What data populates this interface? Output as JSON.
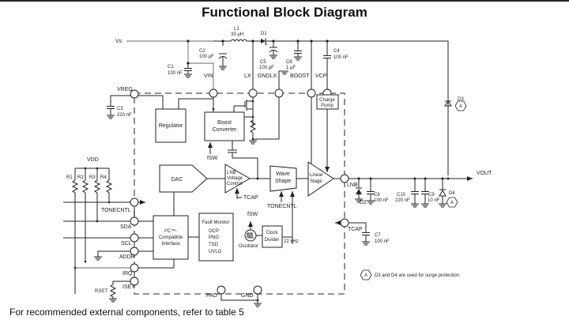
{
  "title": "Functional Block Diagram",
  "footer": "For recommended external components, refer to table 5",
  "note": "D3 and D4 are used for surge protection.",
  "note_marker": "A",
  "nets": {
    "vs": "Vs",
    "vdd": "VDD",
    "vout": "VOUT",
    "fsw": "fSW",
    "rset": "RSET",
    "freq": "22 kHz"
  },
  "components": {
    "L1": {
      "name": "L1",
      "value": "33 µH"
    },
    "D1": {
      "name": "D1"
    },
    "D2": {
      "name": "D2"
    },
    "D3": {
      "name": "D3"
    },
    "D4": {
      "name": "D4"
    },
    "C1": {
      "name": "C1",
      "value": "100 nF"
    },
    "C2": {
      "name": "C2",
      "value": "100 µF"
    },
    "C3": {
      "name": "C3",
      "value": "220 nF"
    },
    "C4": {
      "name": "C4",
      "value": "100 nF"
    },
    "C5": {
      "name": "C5",
      "value": "100 µF"
    },
    "C6": {
      "name": "C6",
      "value": "1 µF"
    },
    "C7": {
      "name": "C7",
      "value": "100 nF"
    },
    "C8": {
      "name": "C8",
      "value": "100 nF"
    },
    "C9": {
      "name": "C9",
      "value": "10 nF"
    },
    "C10": {
      "name": "C10",
      "value": "220 nF"
    },
    "R1": {
      "name": "R1"
    },
    "R2": {
      "name": "R2"
    },
    "R3": {
      "name": "R3"
    },
    "R4": {
      "name": "R4"
    }
  },
  "pins": {
    "vin": "VIN",
    "lx": "LX",
    "gndlx": "GNDLX",
    "boost": "BOOST",
    "vcp": "VCP",
    "vreg": "VREG",
    "tonecntl": "TONECNTL",
    "sda": "SDA",
    "scl": "SCL",
    "addr": "ADDR",
    "irq": "IRQ",
    "iset": "ISET",
    "pad": "PAD",
    "gnd": "GND",
    "lnb": "LNB",
    "tcap": "TCAP"
  },
  "blocks": {
    "regulator": "Regulator",
    "boost_l1": "Boost",
    "boost_l2": "Converter",
    "charge_l1": "Charge",
    "charge_l2": "Pump",
    "dac": "DAC",
    "lnbctl_l1": "LNB",
    "lnbctl_l2": "Voltage",
    "lnbctl_l3": "Control",
    "wave_l1": "Wave",
    "wave_l2": "Shape",
    "linear_l1": "Linear",
    "linear_l2": "Stage",
    "i2c_l1": "I²C™-",
    "i2c_l2": "Compatible",
    "i2c_l3": "Interface",
    "fault_title": "Fault Monitor",
    "fault_items": [
      "OCP",
      "PNG",
      "TSD",
      "UVLO"
    ],
    "oscillator": "Oscillator",
    "clock_l1": "Clock",
    "clock_l2": "Divider"
  },
  "inner_labels": {
    "tcap": "TCAP",
    "tonecntl": "TONECNTL"
  }
}
